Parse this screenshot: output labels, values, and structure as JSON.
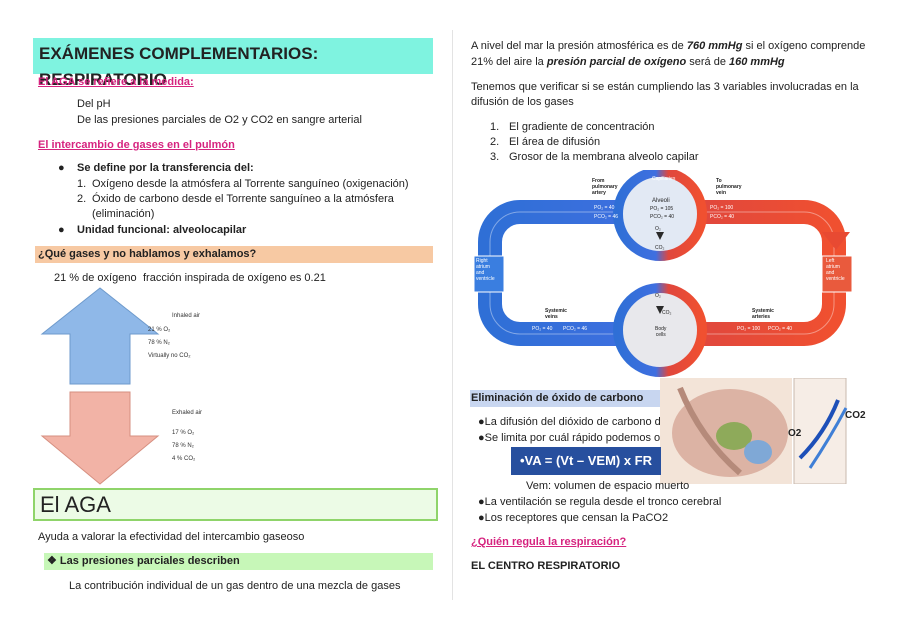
{
  "left": {
    "title": "EXÁMENES COMPLEMENTARIOS: RESPIRATORIO",
    "aga_heading": "El AGA se refiere a la medida:",
    "aga_items": [
      "Del pH",
      "De las presiones parciales de O2 y CO2 en sangre arterial"
    ],
    "exchange_heading": "El intercambio de gases en el pulmón",
    "defined_by": "Se define por la transferencia del:",
    "transfer_items": [
      "Oxígeno desde la atmósfera al Torrente sanguíneo (oxigenación)",
      "Óxido de carbono desde el Torrente sanguíneo a la atmósfera",
      "(eliminación)"
    ],
    "functional_unit": "Unidad funcional: alveolocapilar",
    "gases_question": "¿Qué gases y no hablamos y exhalamos?",
    "oxygen_line": "21 % de oxígeno",
    "fio2_line": "fracción inspirada de oxígeno es 0.21",
    "inhaled": {
      "title": "Inhaled air",
      "lines": [
        "21 % O₂",
        "78 % N₂",
        "Virtually no CO₂"
      ]
    },
    "exhaled": {
      "title": "Exhaled air",
      "lines": [
        "17 % O₂",
        "78 % N₂",
        "4 % CO₂"
      ]
    },
    "aga_big": "El AGA",
    "aga_desc": "Ayuda a valorar la efectividad del intercambio gaseoso",
    "partial_heading": "Las presiones parciales describen",
    "partial_desc": "La contribución individual de un gas dentro de una mezcla de gases"
  },
  "right": {
    "p1_a": "A nivel del mar la presión atmosférica es de ",
    "p1_b": "760 mmHg",
    "p1_c": " si el oxígeno comprende",
    "p2_a": "21% del aire la ",
    "p2_b": "presión parcial de oxígeno",
    "p2_c": " será de ",
    "p2_d": "160 mmHg",
    "verify_1": "Tenemos que verificar si se están cumpliendo las 3 variables involucradas en la",
    "verify_2": "difusión de los gases",
    "variables": [
      "El gradiente de concentración",
      "El área de difusión",
      "Grosor de la membrana alveolo capilar"
    ],
    "diagram": {
      "capillaries": "Capillaries",
      "alveoli": "Alveoli",
      "from_artery": [
        "From",
        "pulmonary",
        "artery"
      ],
      "to_vein": [
        "To",
        "pulmonary",
        "vein"
      ],
      "po2_105": "PO₂ = 105",
      "pco2_40a": "PCO₂ = 40",
      "left_top_po2": "PO₂ = 40",
      "left_top_pco2": "PCO₂ = 46",
      "right_top_po2": "PO₂ = 100",
      "right_top_pco2": "PCO₂ = 40",
      "right_atrium": [
        "Right",
        "atrium",
        "and",
        "ventricle"
      ],
      "left_atrium": [
        "Left",
        "atrium",
        "and",
        "ventricle"
      ],
      "systemic_veins": [
        "Systemic",
        "veins"
      ],
      "systemic_arteries": [
        "Systemic",
        "arteries"
      ],
      "bottom_left_po2": "PO₂ = 40",
      "bottom_left_pco2": "PCO₂ = 46",
      "bottom_right_po2": "PO₂ = 100",
      "bottom_right_pco2": "PCO₂ = 40",
      "body_cells": [
        "Body",
        "cells"
      ],
      "o2": "O₂",
      "co2": "CO₂"
    },
    "elim_heading": "Eliminación de óxido de carbono",
    "elim_1": "La difusión del dióxido de carbono d",
    "elim_2": "Se limita por cuál rápido podemos o",
    "formula": "•VA = (Vt – VEM) x FR",
    "dead_space": "Vem: volumen de espacio muerto",
    "elim_3": "La ventilación se regula desde el tronco cerebral",
    "elim_4": "Los receptores que censan la PaCO2",
    "who_regulates": "¿Quién regula la respiración?",
    "center": "EL CENTRO RESPIRATORIO",
    "lung_o2": "O2",
    "lung_co2": "CO2"
  }
}
